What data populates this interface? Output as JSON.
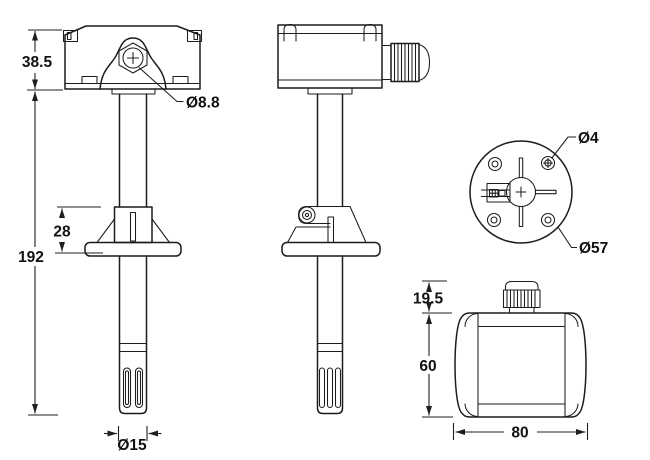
{
  "dimensions": {
    "housing_height": "38.5",
    "overall_insertion_length": "192",
    "flange_standoff": "28",
    "gland_nut_diameter": "Ø8.8",
    "probe_diameter": "Ø15",
    "mounting_hole_diameter": "Ø4",
    "flange_diameter": "Ø57",
    "gland_height": "19.5",
    "enclosure_depth": "60",
    "enclosure_width": "80"
  },
  "colors": {
    "line": "#1c1c1c",
    "background": "#ffffff"
  }
}
